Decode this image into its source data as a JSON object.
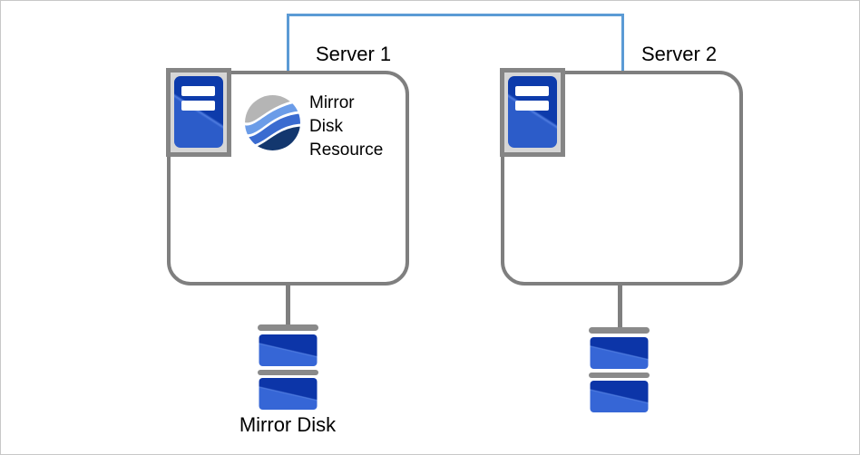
{
  "diagram": {
    "servers": [
      {
        "label": "Server 1"
      },
      {
        "label": "Server 2"
      }
    ],
    "resource": {
      "lines": [
        "Mirror",
        "Disk",
        "Resource"
      ]
    },
    "mirror_disk": {
      "label": "Mirror Disk"
    },
    "icons": {
      "server": "server-tower-icon",
      "resource": "mirror-wave-sphere-icon",
      "disk": "disk-stack-icon"
    },
    "colors": {
      "interconnect_blue": "#5b9bd5",
      "outline_gray": "#7f7f7f",
      "disk_bar_gray": "#8a8a8a",
      "disk_blue_light": "#3666d6",
      "disk_blue_dark": "#0c35a8",
      "server_icon_frame": "#858585",
      "server_icon_fill": "#d6d6d6",
      "server_icon_blue_light": "#2c5cc9",
      "server_icon_blue_dark": "#0d3bab",
      "wave_gray": "#b5b5b5",
      "wave_light_blue": "#6b9ce8",
      "wave_mid_blue": "#3a6bd0",
      "wave_navy": "#13376e",
      "frame_border": "#c8c8c8"
    }
  }
}
